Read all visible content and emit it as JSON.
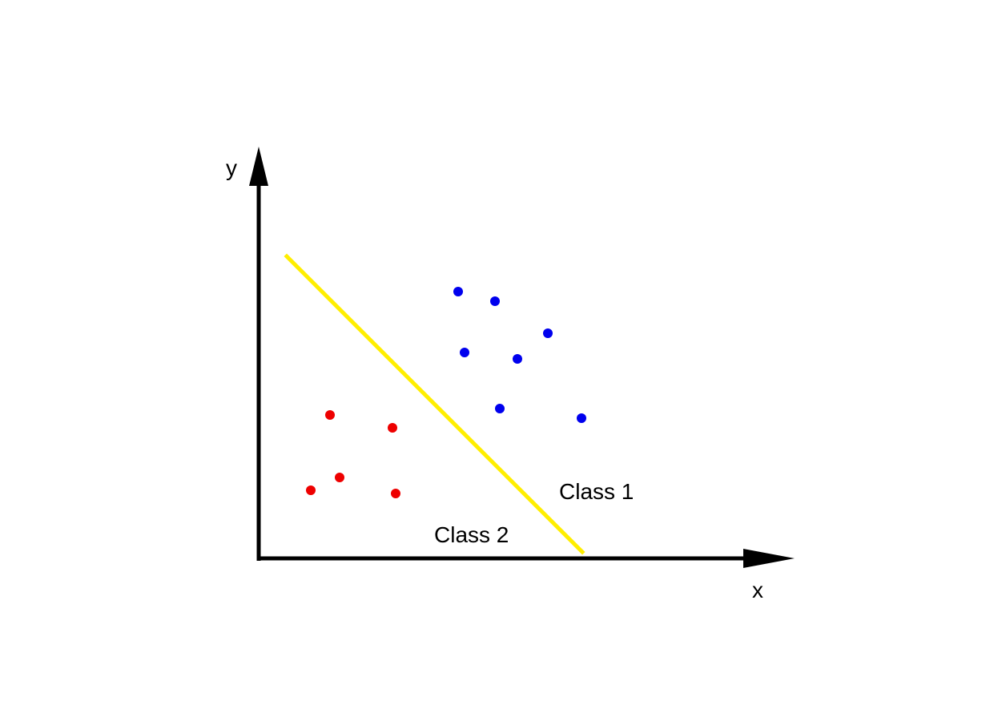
{
  "axes": {
    "x_label": "x",
    "y_label": "y",
    "color": "#000000"
  },
  "decision_boundary": {
    "color": "#ffee00",
    "name": "decision-boundary-line"
  },
  "classes": [
    {
      "id": "class-1",
      "label": "Class 1",
      "color": "#0000ee",
      "point_count": 7
    },
    {
      "id": "class-2",
      "label": "Class 2",
      "color": "#ee0000",
      "point_count": 5
    }
  ]
}
